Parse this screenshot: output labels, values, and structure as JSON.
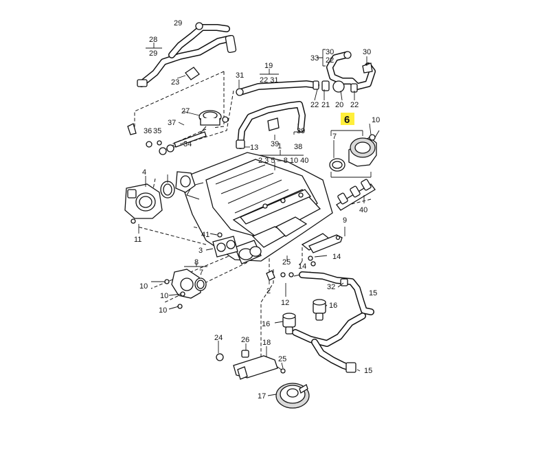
{
  "highlight_color": "#ffef3b",
  "callouts": {
    "c1": "1",
    "c2": "2",
    "c3": "3",
    "c4": "4",
    "c6": "6",
    "c7a": "7",
    "c7b": "7",
    "c8": "8",
    "c9": "9",
    "c10a": "10",
    "c10b": "10",
    "c10c": "10",
    "c10d": "10",
    "c11": "11",
    "c12": "12",
    "c13": "13",
    "c14a": "14",
    "c14b": "14",
    "c15a": "15",
    "c15b": "15",
    "c16a": "16",
    "c16b": "16",
    "c17": "17",
    "c18": "18",
    "c19": "19",
    "c20": "20",
    "c21": "21",
    "c22a": "22",
    "c22b": "22",
    "c22c": "22",
    "c22d": "22",
    "c23": "23",
    "c24": "24",
    "c25a": "25",
    "c25b": "25",
    "c26": "26",
    "c27": "27",
    "c28": "28",
    "c29a": "29",
    "c29b": "29",
    "c30a": "30",
    "c30b": "30",
    "c31a": "31",
    "c31b": "31",
    "c32": "32",
    "c33": "33",
    "c34": "34",
    "c35": "35",
    "c36": "36",
    "c37": "37",
    "c38": "38",
    "c39a": "39",
    "c39b": "39",
    "c40a": "40",
    "c40b": "40",
    "c41": "41"
  },
  "group_labels": {
    "g1_sub": "2  3    5 – 8  10 40",
    "g19_sub": "22 31"
  }
}
